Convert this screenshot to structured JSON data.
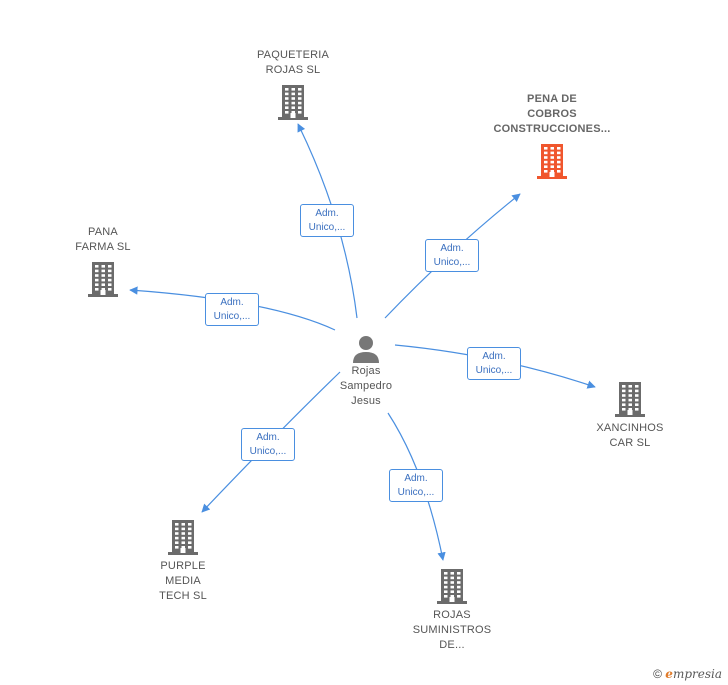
{
  "center": {
    "name": "Rojas\nSampedro\nJesus"
  },
  "companies": [
    {
      "id": "paqueteria",
      "name": "PAQUETERIA\nROJAS  SL",
      "highlight": false
    },
    {
      "id": "pena",
      "name": "PENA DE\nCOBROS\nCONSTRUCCIONES...",
      "highlight": true
    },
    {
      "id": "pana",
      "name": "PANA\nFARMA  SL",
      "highlight": false
    },
    {
      "id": "xancinhos",
      "name": "XANCINHOS\nCAR  SL",
      "highlight": false
    },
    {
      "id": "purple",
      "name": "PURPLE\nMEDIA\nTECH  SL",
      "highlight": false
    },
    {
      "id": "rojas_sum",
      "name": "ROJAS\nSUMINISTROS\nDE...",
      "highlight": false
    }
  ],
  "edges": [
    {
      "to": "paqueteria",
      "label1": "Adm.",
      "label2": "Unico,..."
    },
    {
      "to": "pena",
      "label1": "Adm.",
      "label2": "Unico,..."
    },
    {
      "to": "pana",
      "label1": "Adm.",
      "label2": "Unico,..."
    },
    {
      "to": "xancinhos",
      "label1": "Adm.",
      "label2": "Unico,..."
    },
    {
      "to": "purple",
      "label1": "Adm.",
      "label2": "Unico,..."
    },
    {
      "to": "rojas_sum",
      "label1": "Adm.",
      "label2": "Unico,..."
    }
  ],
  "colors": {
    "edge": "#4a8fe0",
    "building": "#6b6b6b",
    "building_highlight": "#f0562d",
    "person": "#777777"
  },
  "brand": {
    "symbol": "©",
    "e": "e",
    "rest": "mpresia"
  }
}
